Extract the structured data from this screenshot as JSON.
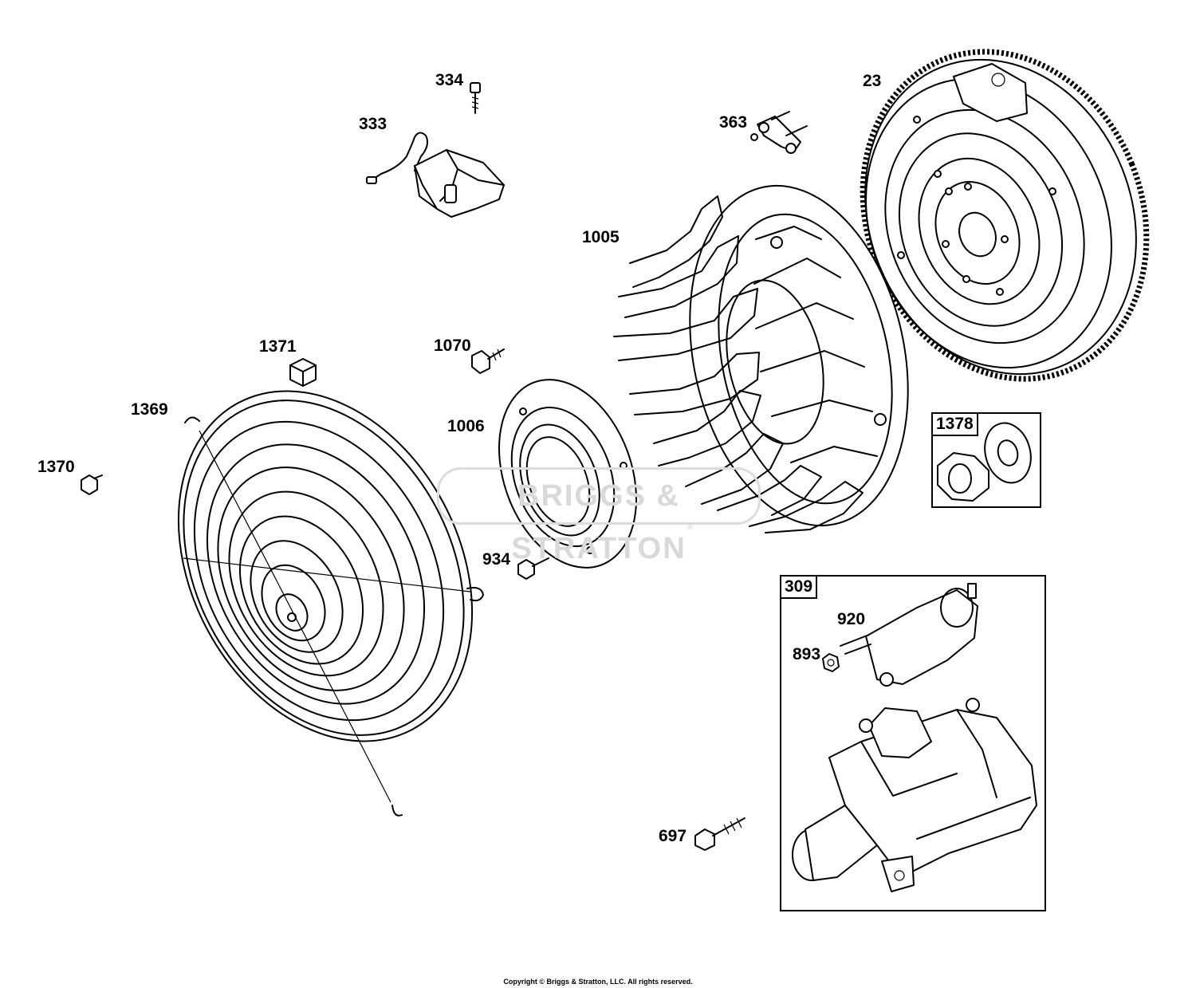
{
  "diagram": {
    "watermark": "BRIGGS & STRATTON",
    "copyright": "Copyright © Briggs & Stratton, LLC. All rights reserved.",
    "callouts": {
      "p334": "334",
      "p333": "333",
      "p363": "363",
      "p23": "23",
      "p1005": "1005",
      "p1371": "1371",
      "p1070": "1070",
      "p1369": "1369",
      "p1006": "1006",
      "p1370": "1370",
      "p1378": "1378",
      "p934": "934",
      "p309": "309",
      "p920": "920",
      "p893": "893",
      "p697": "697"
    }
  }
}
